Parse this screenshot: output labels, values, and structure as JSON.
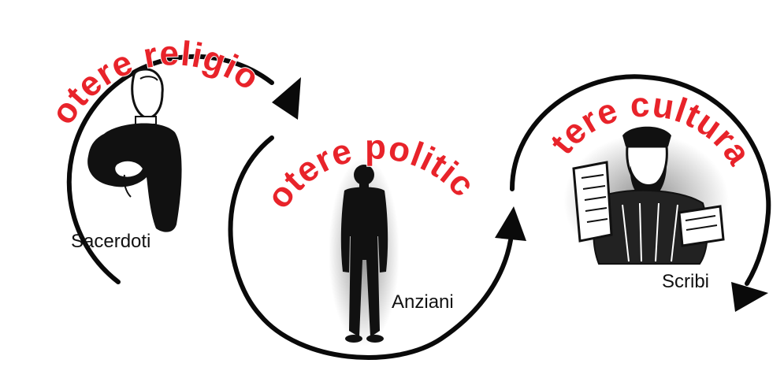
{
  "stages": [
    {
      "title": "potere religioso",
      "caption": "Sacerdoti"
    },
    {
      "title": "potere politico",
      "caption": "Anziani"
    },
    {
      "title": "potere culturale",
      "caption": "Scribi"
    }
  ],
  "colors": {
    "title": "#e8232a",
    "line": "#0a0a0a",
    "figure": "#111111",
    "background": "#ffffff"
  },
  "icons": [
    "priest-figure",
    "man-silhouette",
    "scribe-figure"
  ]
}
